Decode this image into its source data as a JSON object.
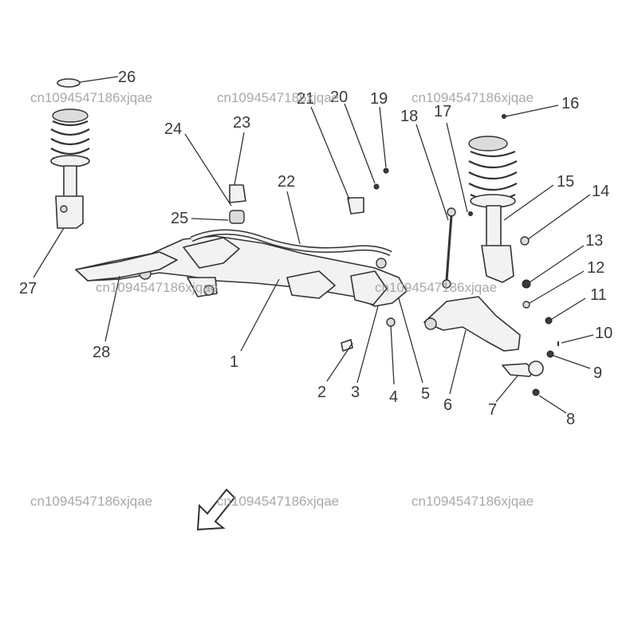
{
  "watermark": "cn1094547186xjqae",
  "callouts": [
    {
      "id": "c1",
      "text": "1"
    },
    {
      "id": "c2",
      "text": "2"
    },
    {
      "id": "c3",
      "text": "3"
    },
    {
      "id": "c4",
      "text": "4"
    },
    {
      "id": "c5",
      "text": "5"
    },
    {
      "id": "c6",
      "text": "6"
    },
    {
      "id": "c7",
      "text": "7"
    },
    {
      "id": "c8",
      "text": "8"
    },
    {
      "id": "c9",
      "text": "9"
    },
    {
      "id": "c10",
      "text": "10"
    },
    {
      "id": "c11",
      "text": "11"
    },
    {
      "id": "c12",
      "text": "12"
    },
    {
      "id": "c13",
      "text": "13"
    },
    {
      "id": "c14",
      "text": "14"
    },
    {
      "id": "c15",
      "text": "15"
    },
    {
      "id": "c16",
      "text": "16"
    },
    {
      "id": "c17",
      "text": "17"
    },
    {
      "id": "c18",
      "text": "18"
    },
    {
      "id": "c19",
      "text": "19"
    },
    {
      "id": "c20",
      "text": "20"
    },
    {
      "id": "c21",
      "text": "21"
    },
    {
      "id": "c22",
      "text": "22"
    },
    {
      "id": "c23",
      "text": "23"
    },
    {
      "id": "c24",
      "text": "24"
    },
    {
      "id": "c25",
      "text": "25"
    },
    {
      "id": "c26",
      "text": "26"
    },
    {
      "id": "c27",
      "text": "27"
    },
    {
      "id": "c28",
      "text": "28"
    }
  ]
}
